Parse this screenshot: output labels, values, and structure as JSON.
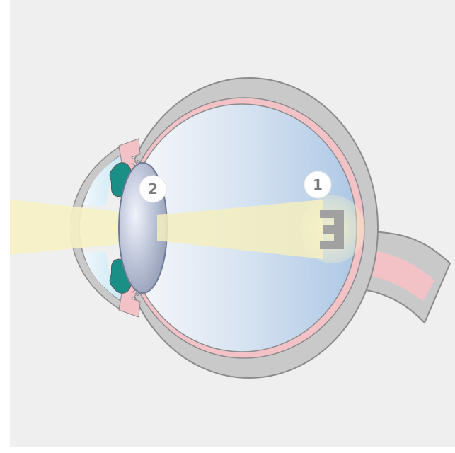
{
  "diagram": {
    "markers": [
      {
        "id": "1",
        "label": "1"
      },
      {
        "id": "2",
        "label": "2"
      }
    ],
    "colors": {
      "background": "#efefef",
      "sclera": "#c9c9c9",
      "sclera_outline": "#8b8b8b",
      "retina": "#f3c2c7",
      "vitreous_light": "#f3f5f8",
      "vitreous_dark": "#b7cfe7",
      "lens": "#a9b1c8",
      "light_beam": "#f3eec0",
      "iris_teal": "#1a8f86",
      "cornea_blue": "#c7e7f4",
      "image_letter": "#9b9b9b"
    }
  }
}
